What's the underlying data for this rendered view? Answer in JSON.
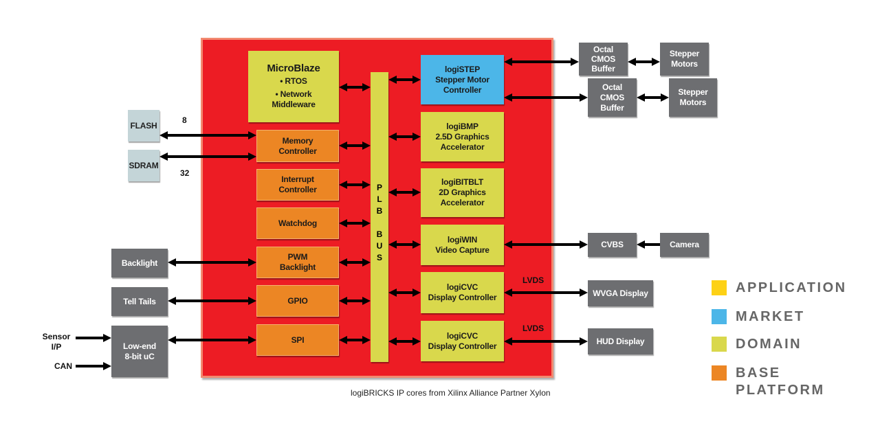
{
  "colors": {
    "board": "#ed1c24",
    "application": "#fdd116",
    "market": "#4cb6e8",
    "domain": "#d9d84c",
    "base_platform": "#ec8624",
    "external": "#6d6e71"
  },
  "core": {
    "microblaze": {
      "title": "MicroBlaze",
      "items": [
        "• RTOS",
        "• Network",
        "Middleware"
      ]
    },
    "bus": "P\nL\nB\n\nB\nU\nS",
    "memory_controller": [
      "Memory",
      "Controller"
    ],
    "interrupt_controller": [
      "Interrupt",
      "Controller"
    ],
    "watchdog": "Watchdog",
    "pwm": [
      "PWM",
      "Backlight"
    ],
    "gpio": "GPIO",
    "spi": "SPI",
    "logistep": [
      "logiSTEP",
      "Stepper Motor",
      "Controller"
    ],
    "logibmp": [
      "logiBMP",
      "2.5D Graphics",
      "Accelerator"
    ],
    "logibitblt": [
      "logiBITBLT",
      "2D Graphics",
      "Accelerator"
    ],
    "logiwin": [
      "logiWIN",
      "Video Capture"
    ],
    "logicvc1": [
      "logiCVC",
      "Display Controller"
    ],
    "logicvc2": [
      "logiCVC",
      "Display Controller"
    ]
  },
  "external": {
    "flash": "FLASH",
    "sdram": "SDRAM",
    "flash_width": "8",
    "sdram_width": "32",
    "backlight": "Backlight",
    "tell_tails": "Tell Tails",
    "lowend": [
      "Low-end",
      "8-bit uC"
    ],
    "sensor": [
      "Sensor",
      "I/P"
    ],
    "can": "CAN",
    "octal1": [
      "Octal",
      "CMOS",
      "Buffer"
    ],
    "octal2": [
      "Octal",
      "CMOS",
      "Buffer"
    ],
    "stepper1": [
      "Stepper",
      "Motors"
    ],
    "stepper2": [
      "Stepper",
      "Motors"
    ],
    "cvbs": "CVBS",
    "camera": "Camera",
    "wvga": "WVGA Display",
    "hud": "HUD Display",
    "lvds1": "LVDS",
    "lvds2": "LVDS"
  },
  "caption": "logiBRICKS IP cores from Xilinx Alliance Partner Xylon",
  "legend": [
    {
      "label": "APPLICATION",
      "color": "#fdd116"
    },
    {
      "label": "MARKET",
      "color": "#4cb6e8"
    },
    {
      "label": "DOMAIN",
      "color": "#d9d84c"
    },
    {
      "label": "BASE\nPLATFORM",
      "color": "#ec8624"
    }
  ]
}
